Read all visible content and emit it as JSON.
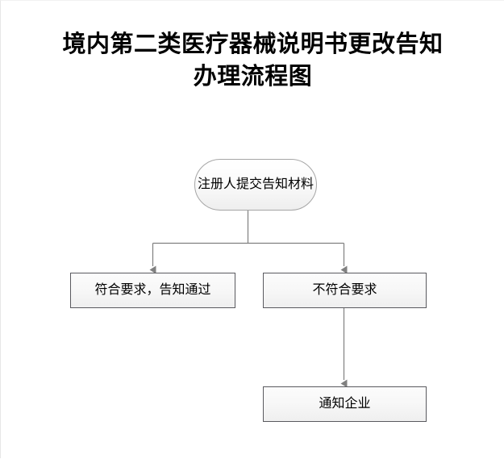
{
  "document": {
    "title_line1": "境内第二类医疗器械说明书更改告知",
    "title_line2": "办理流程图",
    "title_full": "境内第二类医疗器械说明书更改告知\n办理流程图"
  },
  "theme": {
    "page_background": "#ffffff",
    "text_color": "#000000",
    "connector_color": "#808080",
    "terminator_border": "#a6a6a6",
    "process_border": "#5a5a5f",
    "node_fill_top": "#fcfcfc",
    "node_fill_bottom": "#efefef"
  },
  "flowchart": {
    "type": "flowchart",
    "orientation": "top-down",
    "nodes": [
      {
        "id": "start",
        "shape": "stadium",
        "label": "注册人提交告知材料",
        "label_line1": "注册人提交告",
        "label_line2": "知材料"
      },
      {
        "id": "pass",
        "shape": "rectangle",
        "label": "符合要求，告知通过"
      },
      {
        "id": "fail",
        "shape": "rectangle",
        "label": "不符合要求"
      },
      {
        "id": "notify",
        "shape": "rectangle",
        "label": "通知企业"
      }
    ],
    "edges": [
      {
        "from": "start",
        "to": "pass",
        "label": "",
        "arrow": "down"
      },
      {
        "from": "start",
        "to": "fail",
        "label": "",
        "arrow": "down"
      },
      {
        "from": "fail",
        "to": "notify",
        "label": "",
        "arrow": "down"
      }
    ]
  }
}
